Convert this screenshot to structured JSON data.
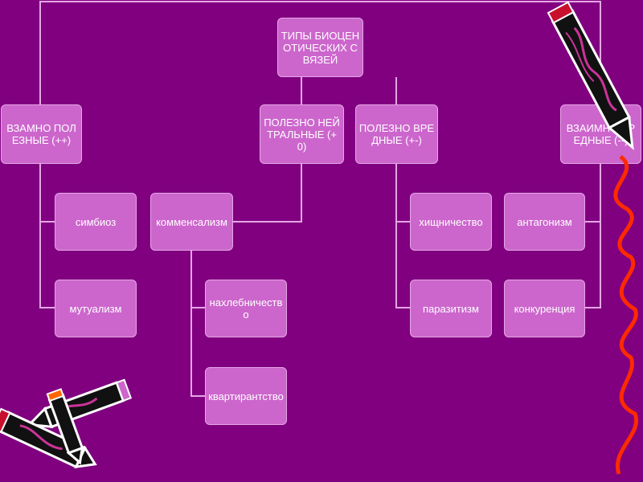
{
  "root": {
    "label": "ТИПЫ БИОЦЕНОТИЧЕСКИХ СВЯЗЕЙ"
  },
  "categories": [
    {
      "label": "ВЗАМНО ПОЛЕЗНЫЕ (++)",
      "children": [
        "симбиоз",
        "мутуализм"
      ]
    },
    {
      "label": "ПОЛЕЗНО НЕЙТРАЛЬНЫЕ (+0)",
      "children": [
        "комменсализм"
      ]
    },
    {
      "label": "ПОЛЕЗНО ВРЕДНЫЕ (+-)",
      "children": [
        "хищничество",
        "паразитизм"
      ]
    },
    {
      "label": "ВЗАИМНО ВРЕДНЫЕ (--)",
      "children": [
        "антагонизм",
        "конкуренция"
      ]
    }
  ],
  "commensalism_children": [
    "нахлебничество",
    "квартирантство"
  ],
  "colors": {
    "background": "#800080",
    "node_fill": "#cc66cc",
    "node_border": "#e6a6e6",
    "connector": "#e6a6e6",
    "text": "#ffffff",
    "wavy_line": "#ff2a00"
  }
}
